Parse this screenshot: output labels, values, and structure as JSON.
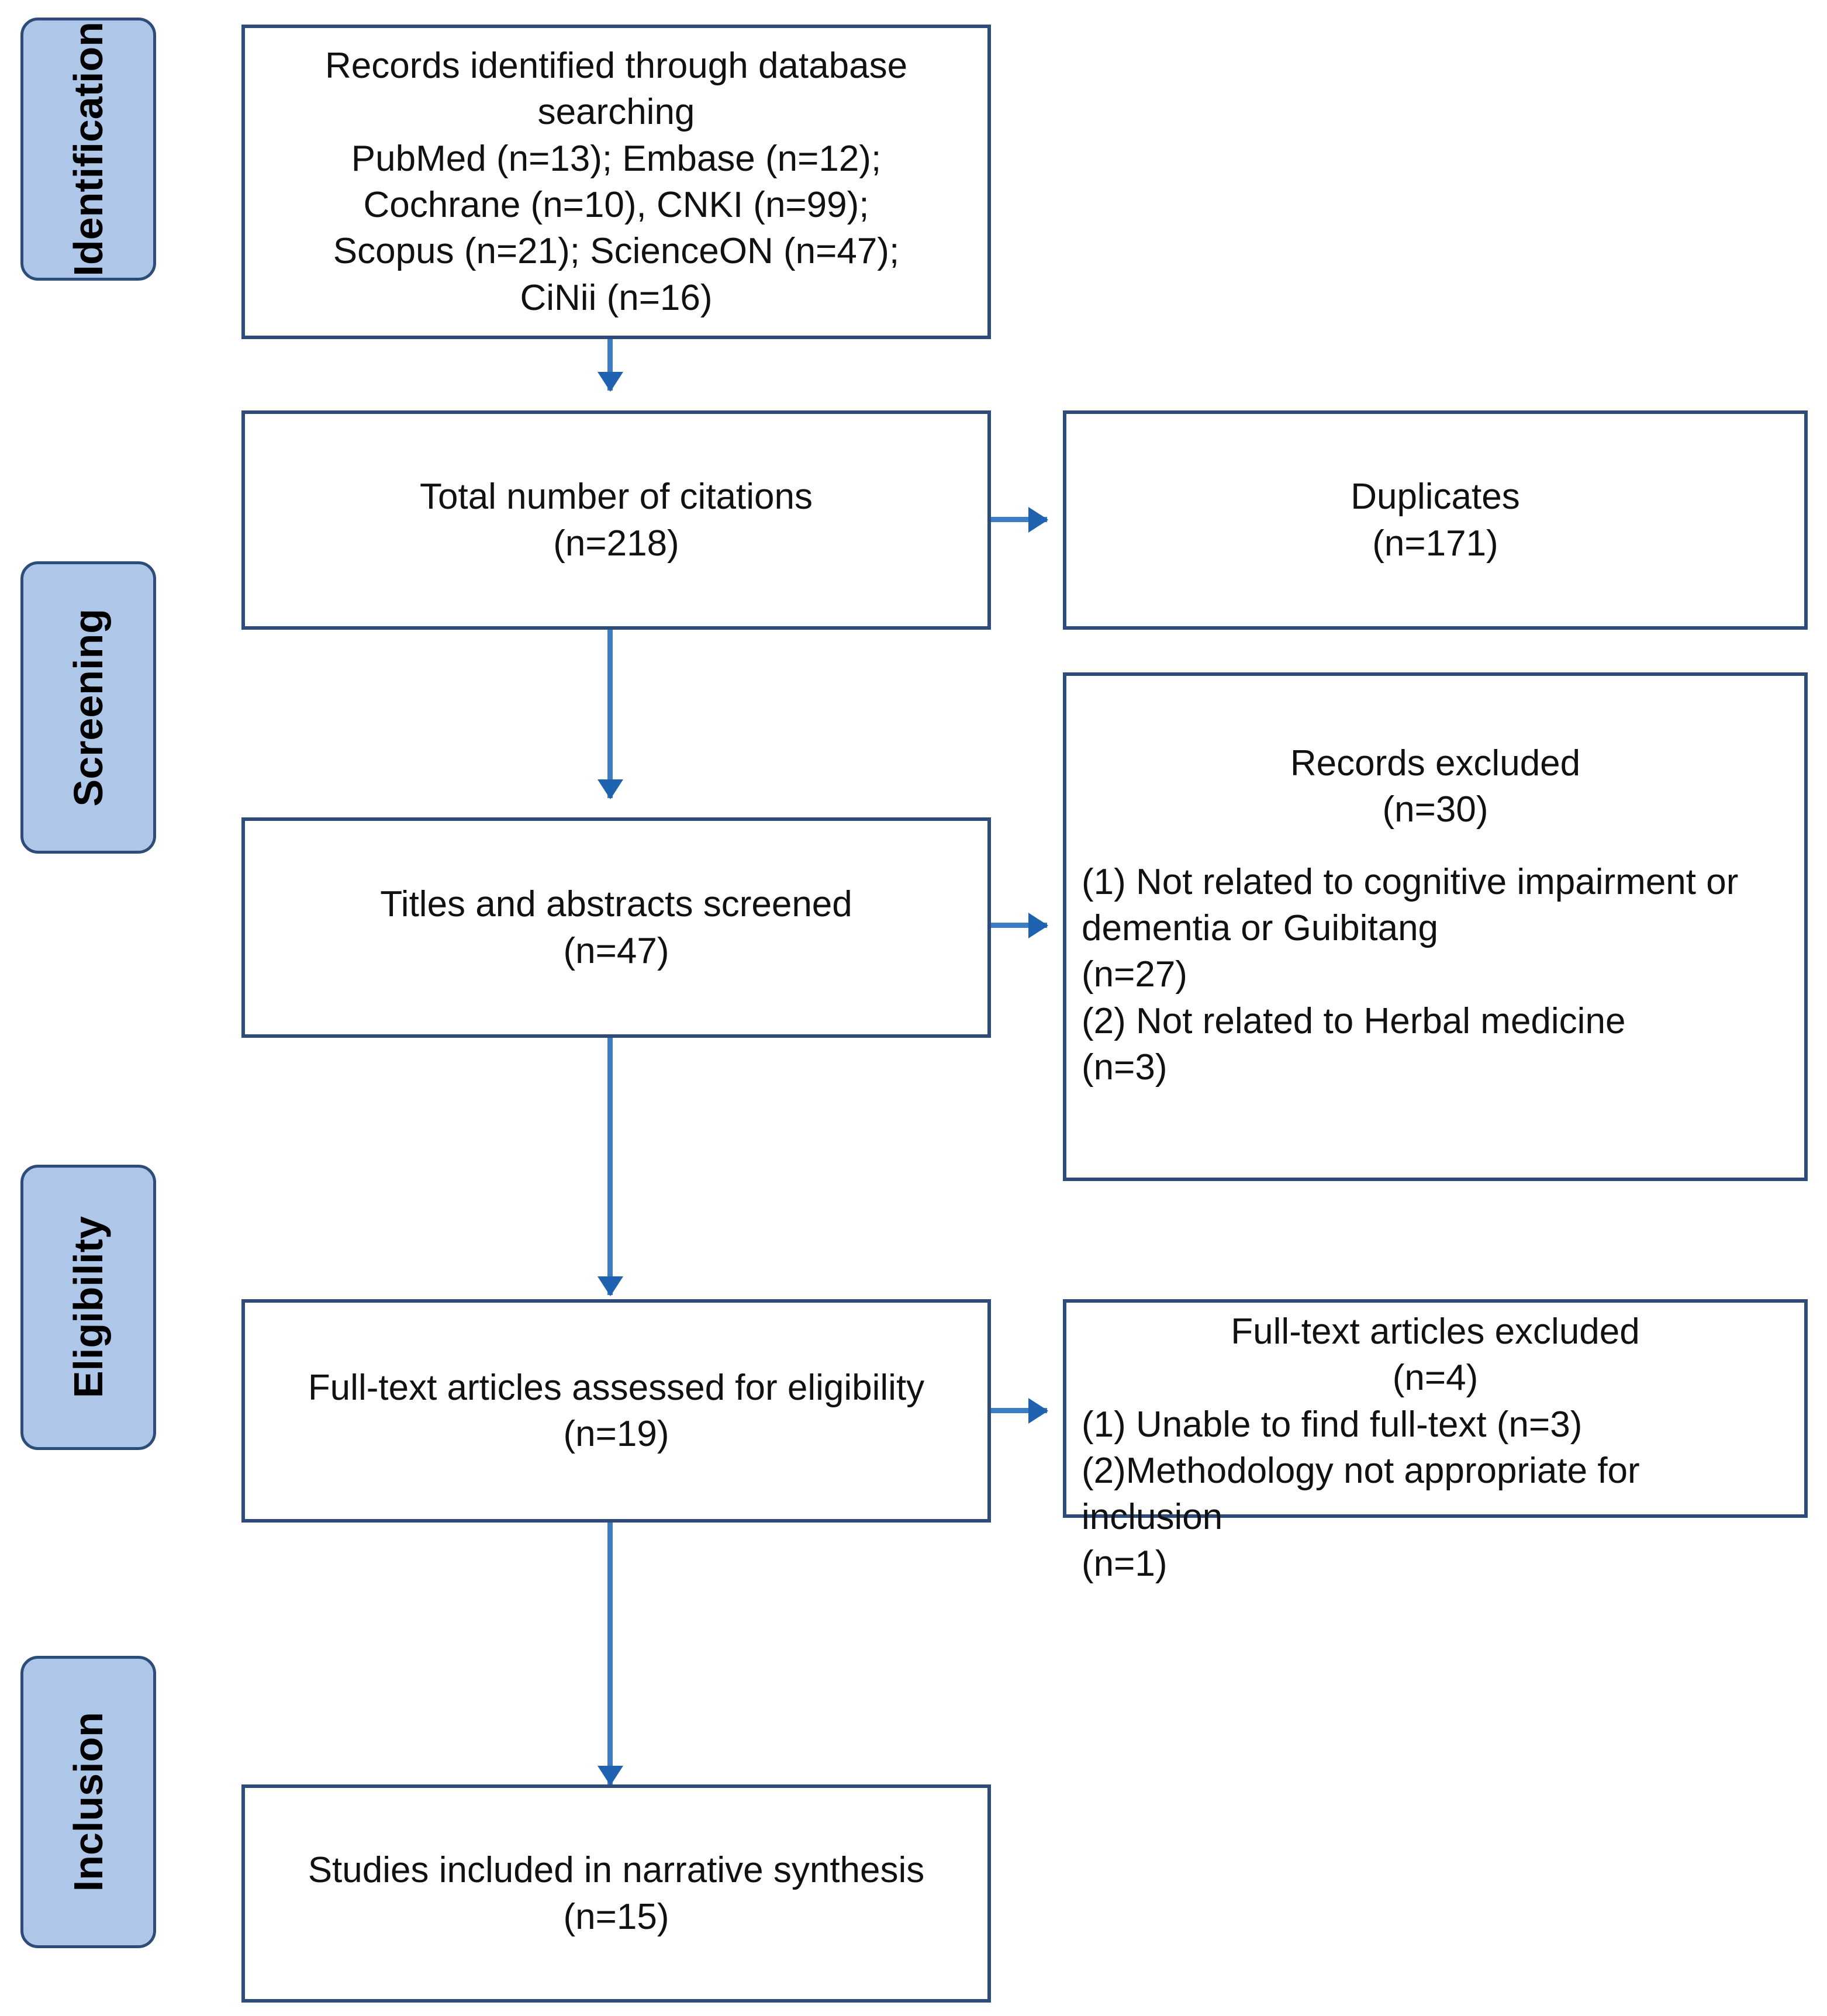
{
  "diagram": {
    "title": "PRISMA study selection flow diagram",
    "colors": {
      "stage_fill": "#AEC6E8",
      "box_border": "#2E4C7A",
      "arrow": "#3C7DC4",
      "arrow_head": "#1F63B0",
      "background": "#FFFFFF",
      "text": "#111111"
    }
  },
  "stages": [
    {
      "id": "identification",
      "label": "Identification"
    },
    {
      "id": "screening",
      "label": "Screening"
    },
    {
      "id": "eligibility",
      "label": "Eligibility"
    },
    {
      "id": "inclusion",
      "label": "Inclusion"
    }
  ],
  "boxes": {
    "records_identified": {
      "id": "records-identified",
      "align": "center",
      "lines": [
        "Records identified through database searching",
        "PubMed (n=13); Embase (n=12);",
        "Cochrane (n=10), CNKI (n=99);",
        "Scopus (n=21); ScienceON (n=47);",
        "CiNii (n=16)"
      ]
    },
    "total_citations": {
      "id": "total-citations",
      "align": "center",
      "lines": [
        "Total number of citations",
        "(n=218)"
      ]
    },
    "duplicates": {
      "id": "duplicates",
      "align": "center",
      "lines": [
        "Duplicates",
        "(n=171)"
      ]
    },
    "titles_screened": {
      "id": "titles-abstracts-screened",
      "align": "center",
      "lines": [
        "Titles and abstracts screened",
        "(n=47)"
      ]
    },
    "records_excluded": {
      "id": "records-excluded",
      "align": "center",
      "header_lines": [
        "Records excluded",
        "(n=30)"
      ],
      "detail_lines": [
        "(1) Not related to cognitive impairment or",
        "dementia or Guibitang",
        "(n=27)",
        "(2) Not related to Herbal medicine",
        "(n=3)"
      ]
    },
    "fulltext_assessed": {
      "id": "fulltext-assessed",
      "align": "center",
      "lines": [
        "Full-text articles assessed for eligibility",
        "(n=19)"
      ]
    },
    "fulltext_excluded": {
      "id": "fulltext-excluded",
      "align": "center",
      "header_lines": [
        "Full-text articles excluded",
        "(n=4)"
      ],
      "detail_lines": [
        "(1) Unable to find full-text (n=3)",
        "(2)Methodology not appropriate for inclusion",
        "(n=1)"
      ]
    },
    "studies_included": {
      "id": "studies-included",
      "align": "center",
      "lines": [
        "Studies included in narrative synthesis",
        "(n=15)"
      ]
    }
  },
  "counts": {
    "pubmed": 13,
    "embase": 12,
    "cochrane": 10,
    "cnki": 99,
    "scopus": 21,
    "scienceon": 47,
    "cinii": 16,
    "total_citations": 218,
    "duplicates": 171,
    "titles_screened": 47,
    "records_excluded": 30,
    "excluded_not_related_topic": 27,
    "excluded_not_herbal": 3,
    "fulltext_assessed": 19,
    "fulltext_excluded": 4,
    "fulltext_unable_to_find": 3,
    "fulltext_methodology": 1,
    "studies_included": 15
  }
}
